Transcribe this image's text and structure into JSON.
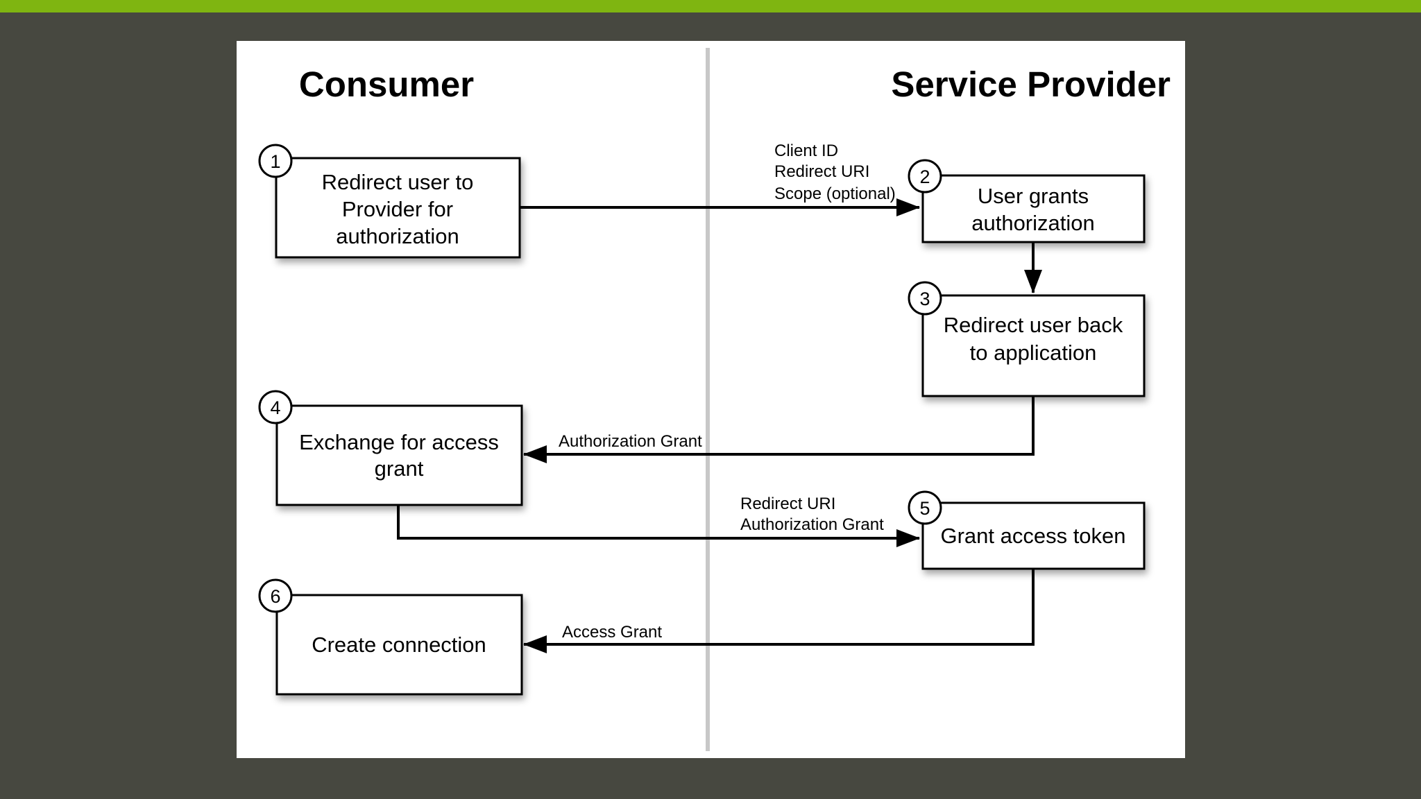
{
  "headers": {
    "consumer": "Consumer",
    "provider": "Service Provider"
  },
  "steps": [
    {
      "number": "1",
      "lines": [
        "Redirect user to",
        "Provider for",
        "authorization"
      ]
    },
    {
      "number": "2",
      "lines": [
        "User grants",
        "authorization"
      ]
    },
    {
      "number": "3",
      "lines": [
        "Redirect user back",
        "to application"
      ]
    },
    {
      "number": "4",
      "lines": [
        "Exchange for access",
        "grant"
      ]
    },
    {
      "number": "5",
      "lines": [
        "Grant access token"
      ]
    },
    {
      "number": "6",
      "lines": [
        "Create connection"
      ]
    }
  ],
  "edges": [
    {
      "lines": [
        "Client ID",
        "Redirect URI",
        "Scope (optional)"
      ]
    },
    {
      "lines": [
        "Authorization Grant"
      ]
    },
    {
      "lines": [
        "Redirect URI",
        "Authorization Grant"
      ]
    },
    {
      "lines": [
        "Access Grant"
      ]
    }
  ],
  "colors": {
    "top_bar": "#7fb511",
    "frame": "#474840",
    "canvas": "#ffffff",
    "divider": "#c8c8c8"
  }
}
